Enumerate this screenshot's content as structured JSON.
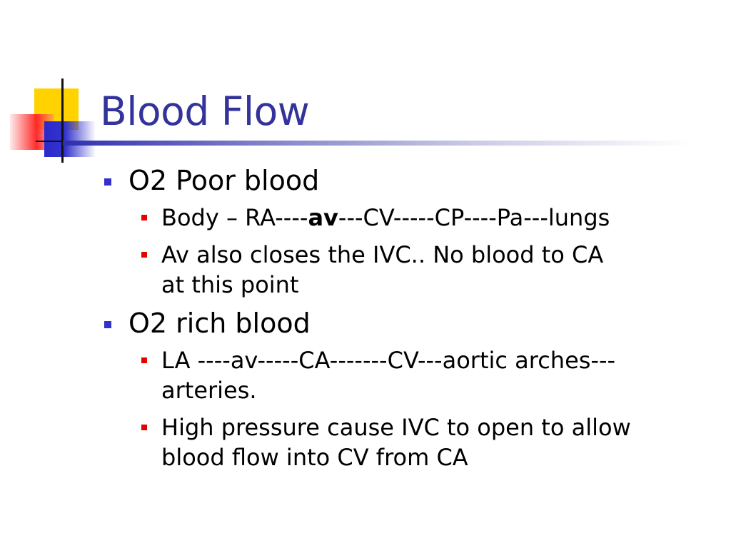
{
  "slide": {
    "title": "Blood Flow",
    "colors": {
      "title": "#33339b",
      "level1_bullet": "#3333cc",
      "level2_bullet": "#e60000",
      "ornament_yellow": "#ffd200",
      "ornament_red": "#ff2a2a",
      "ornament_blue": "#2a2acc"
    },
    "groups": [
      {
        "heading": "O2 Poor blood",
        "items": [
          {
            "before": "Body – RA----",
            "bold": "av",
            "after": "---CV-----CP----Pa---lungs"
          },
          {
            "before": "Av also closes the IVC.. No blood to CA at this point",
            "bold": "",
            "after": ""
          }
        ]
      },
      {
        "heading": "O2 rich blood",
        "items": [
          {
            "before": "LA ----av-----CA-------CV---aortic arches---arteries.",
            "bold": "",
            "after": ""
          },
          {
            "before": "High pressure cause IVC to open to allow blood flow into CV from CA",
            "bold": "",
            "after": ""
          }
        ]
      }
    ]
  }
}
